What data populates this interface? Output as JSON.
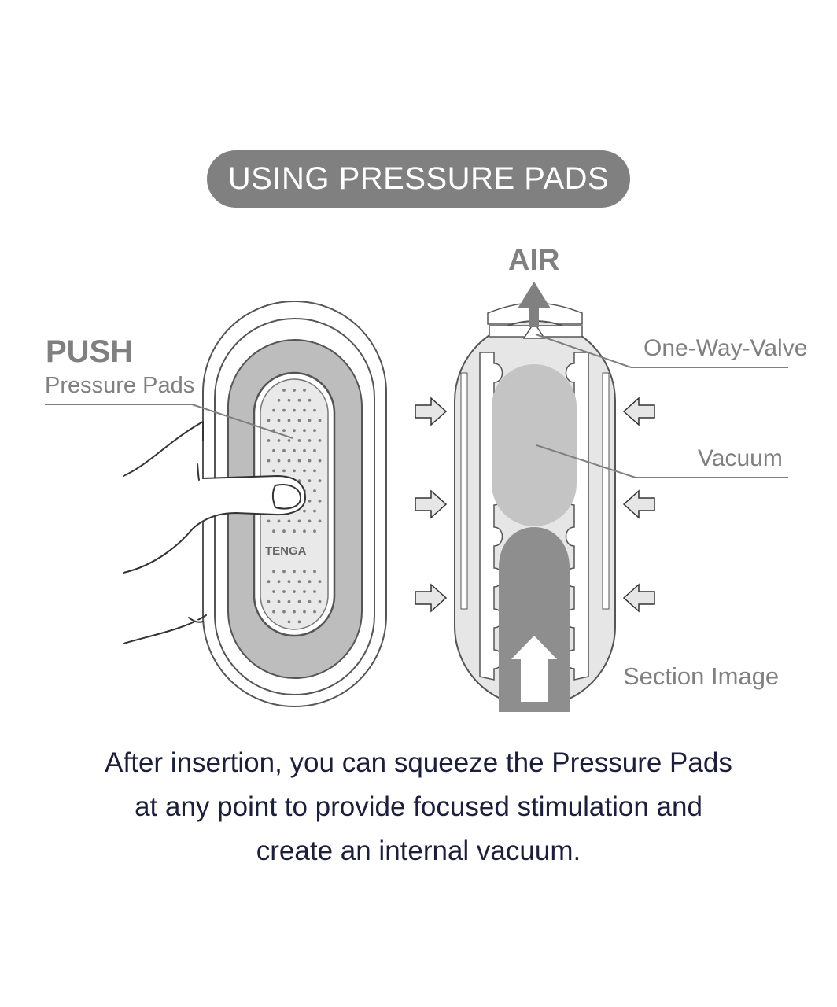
{
  "header": {
    "title": "USING PRESSURE PADS"
  },
  "labels": {
    "push": "PUSH",
    "pressure_pads": "Pressure Pads",
    "air": "AIR",
    "one_way_valve": "One-Way-Valve",
    "vacuum": "Vacuum",
    "section_image": "Section Image",
    "brand": "TENGA"
  },
  "caption": {
    "line1": "After insertion, you can squeeze the Pressure Pads",
    "line2": "at any point to provide focused stimulation and",
    "line3": "create an internal vacuum."
  },
  "colors": {
    "pill": "#808080",
    "outline": "#555555",
    "body_gray": "#bdbdbd",
    "light_gray": "#e6e6e6",
    "caption": "#1c1f3c"
  }
}
